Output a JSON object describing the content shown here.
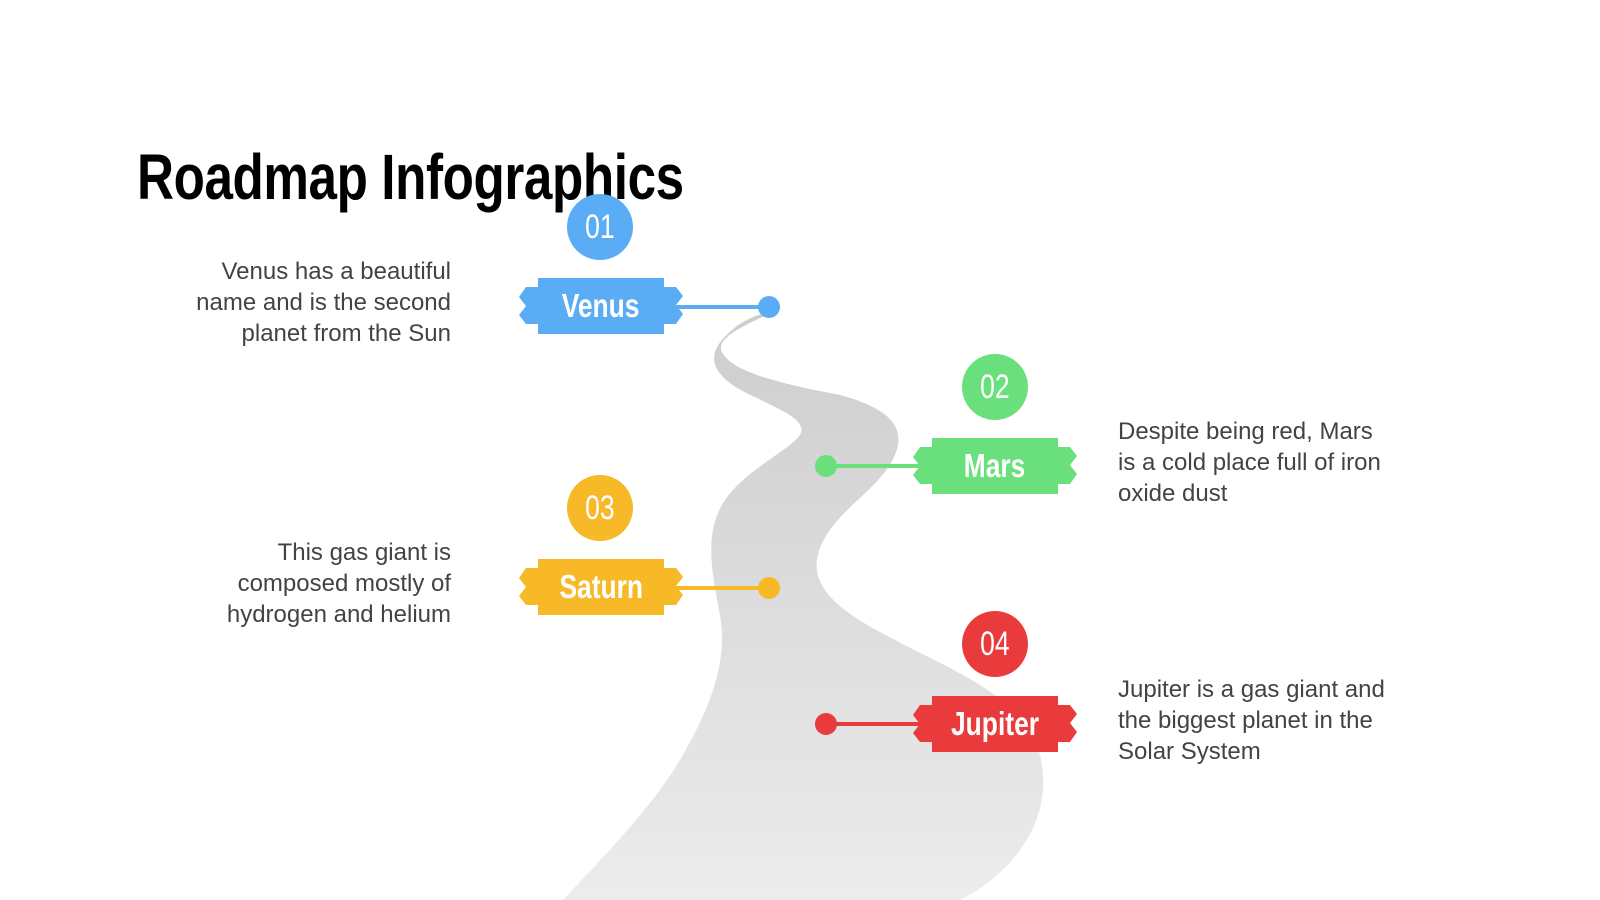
{
  "title": "Roadmap Infographics",
  "colors": {
    "venus": "#5aacf5",
    "mars": "#6ae07d",
    "saturn": "#f8b928",
    "jupiter": "#e93a3c",
    "road_top": "#cdcdcd",
    "road_bottom": "#ececec",
    "text": "#434343"
  },
  "milestones": [
    {
      "number": "01",
      "label": "Venus",
      "description_lines": [
        "Venus has a beautiful",
        "name and is the second",
        "planet from the Sun"
      ]
    },
    {
      "number": "02",
      "label": "Mars",
      "description_lines": [
        "Despite being red, Mars",
        "is a cold place full of iron",
        "oxide dust"
      ]
    },
    {
      "number": "03",
      "label": "Saturn",
      "description_lines": [
        "This gas giant is",
        "composed mostly of",
        "hydrogen and helium"
      ]
    },
    {
      "number": "04",
      "label": "Jupiter",
      "description_lines": [
        "Jupiter is a gas giant and",
        "the biggest planet in the",
        "Solar System"
      ]
    }
  ]
}
